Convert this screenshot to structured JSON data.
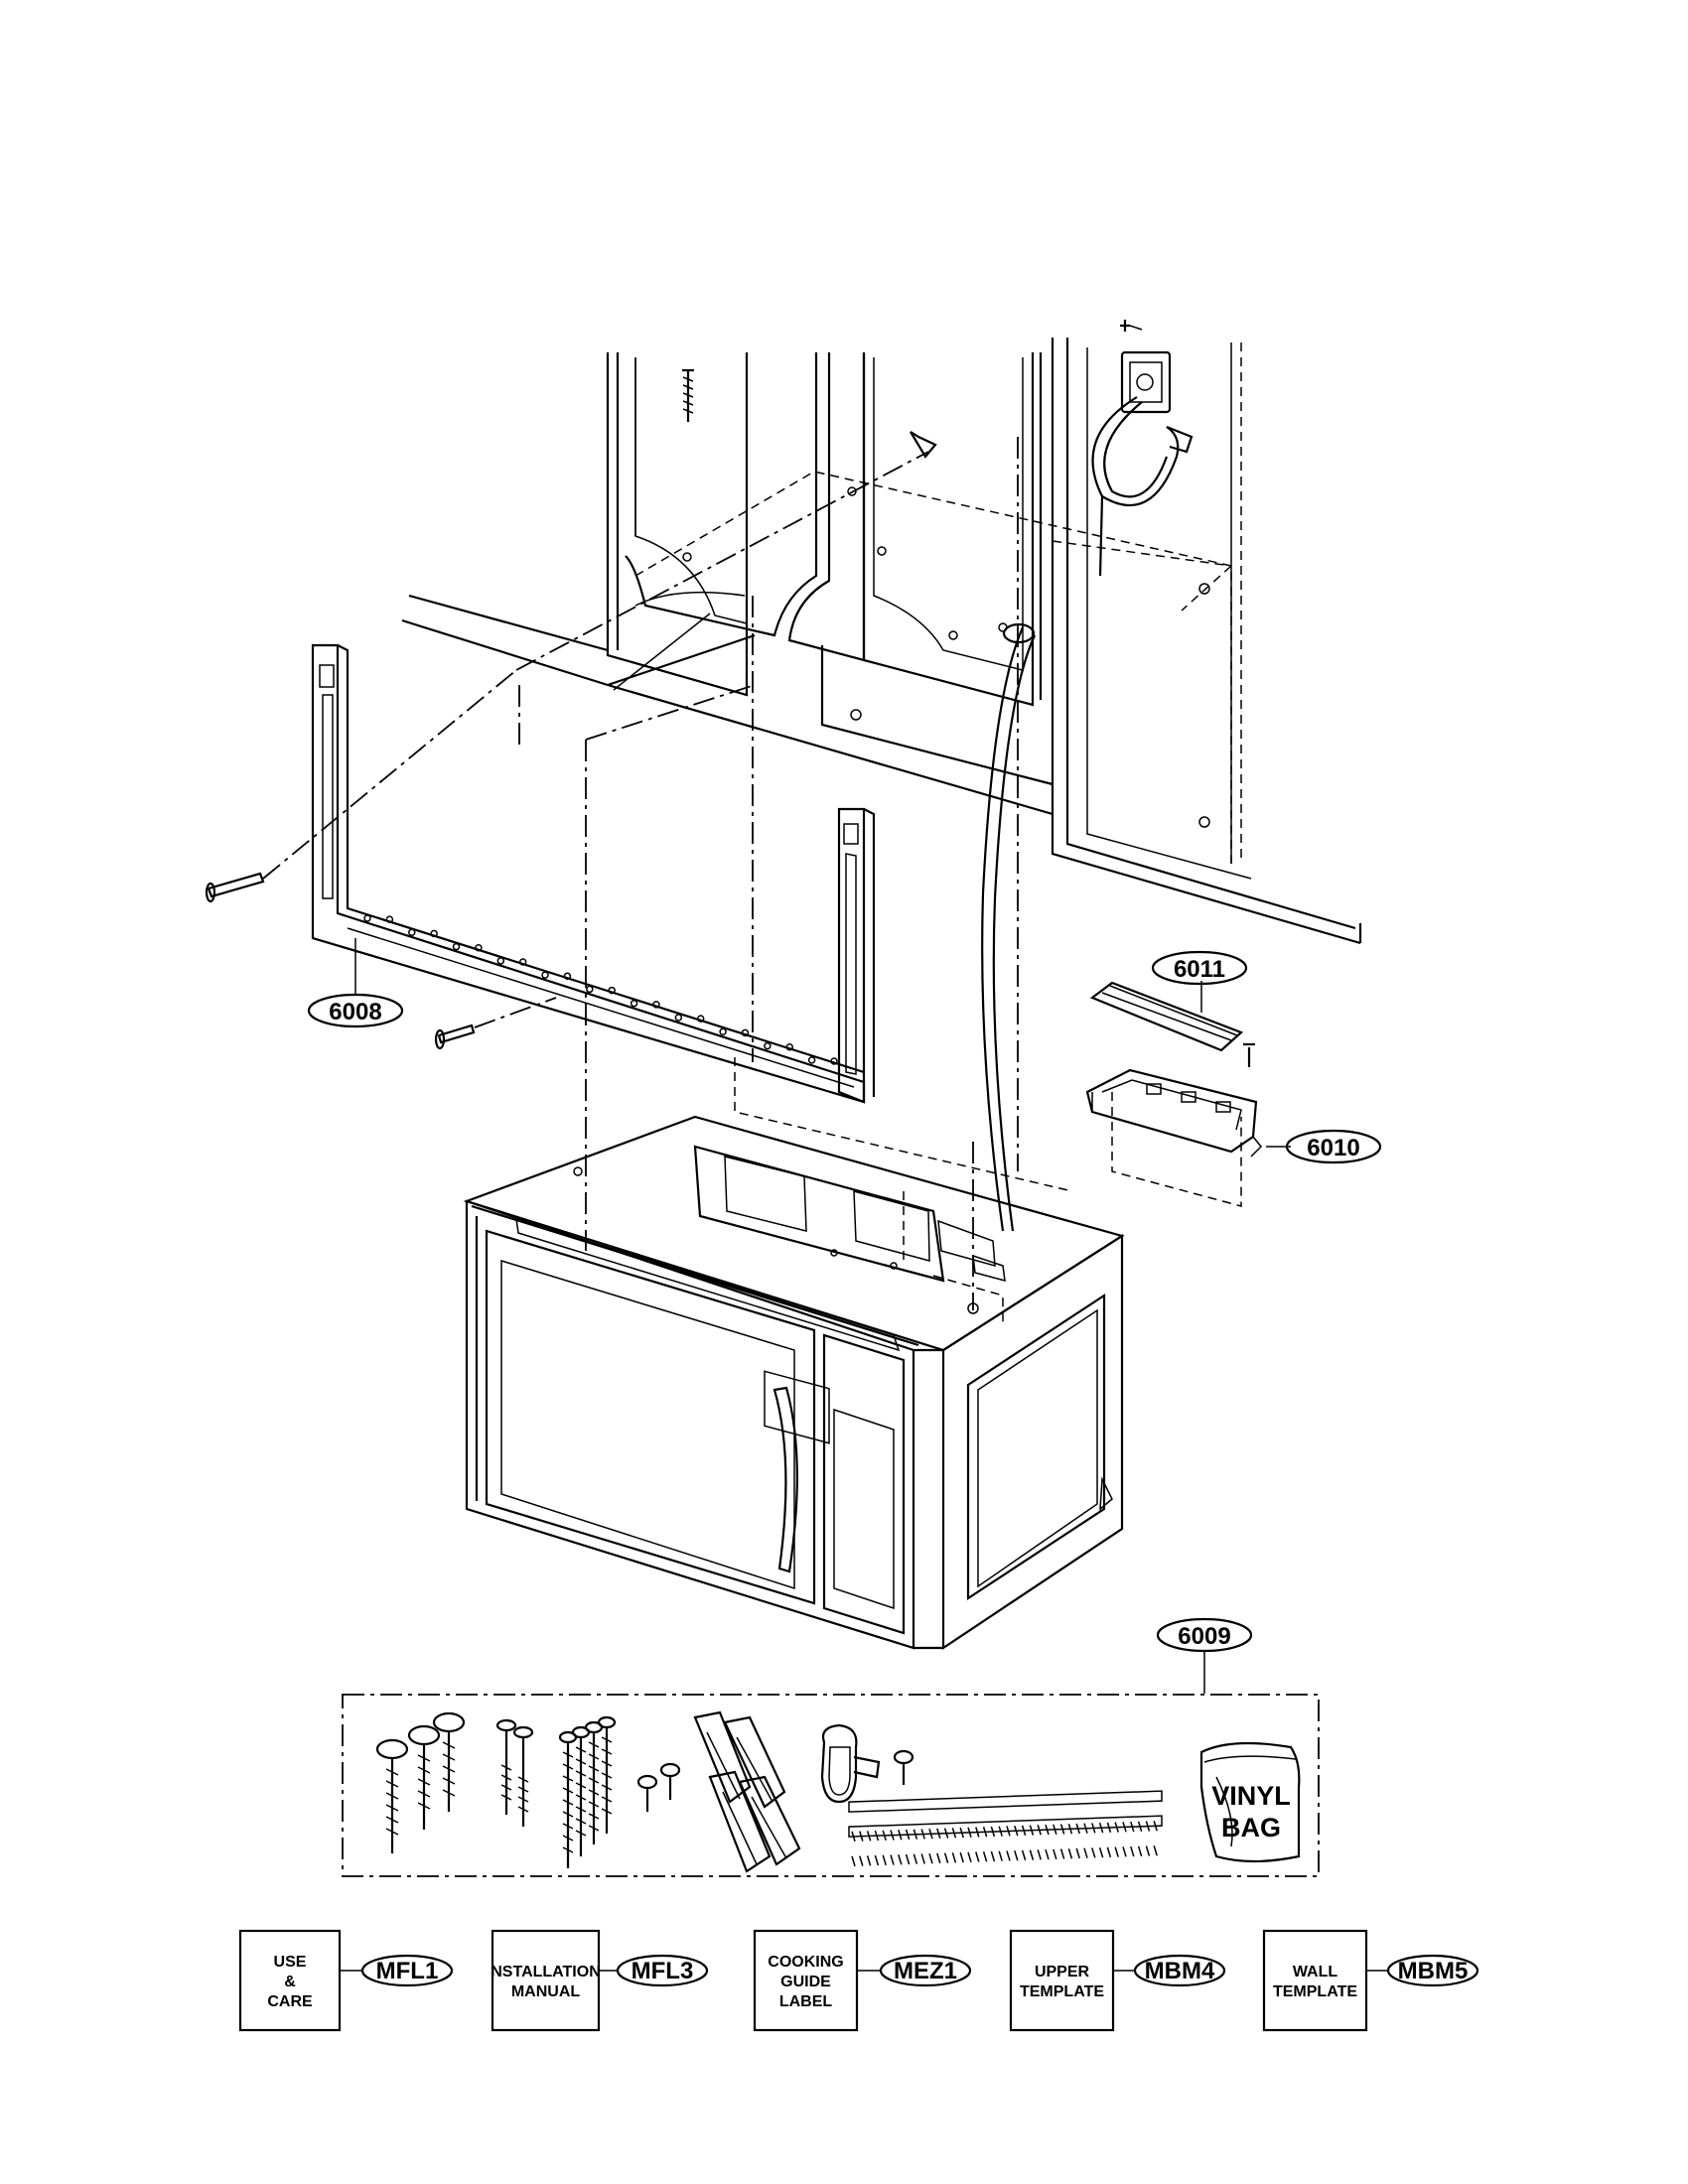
{
  "callouts": {
    "c6008": "6008",
    "c6009": "6009",
    "c6010": "6010",
    "c6011": "6011"
  },
  "parts_boxes": [
    {
      "key": "use_care",
      "lines": [
        "USE",
        "&",
        "CARE"
      ],
      "code": "MFL1"
    },
    {
      "key": "installation_manual",
      "lines": [
        "NSTALLATION",
        "MANUAL"
      ],
      "code": "MFL3"
    },
    {
      "key": "cooking_guide_label",
      "lines": [
        "COOKING",
        "GUIDE",
        "LABEL"
      ],
      "code": "MEZ1"
    },
    {
      "key": "upper_template",
      "lines": [
        "UPPER",
        "TEMPLATE"
      ],
      "code": "MBM4"
    },
    {
      "key": "wall_template",
      "lines": [
        "WALL",
        "TEMPLATE"
      ],
      "code": "MBM5"
    }
  ],
  "vinyl_bag": {
    "line1": "VINYL",
    "line2": "BAG"
  },
  "colors": {
    "ink": "#000000",
    "paper": "#ffffff"
  }
}
